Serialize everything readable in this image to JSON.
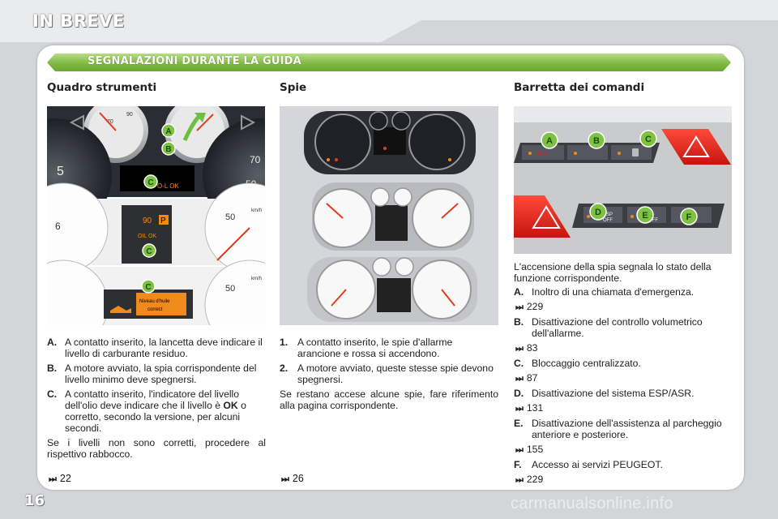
{
  "header": {
    "title": "IN BREVE",
    "banner": "SEGNALAZIONI DURANTE LA GUIDA",
    "page_number": "16"
  },
  "columns": {
    "quadro": {
      "title": "Quadro strumenti",
      "image_labels": [
        "A",
        "B",
        "C",
        "C",
        "C"
      ],
      "image_texts": [
        "OIL OK",
        "90",
        "P",
        "OIL OK",
        "km/h",
        "km/h",
        "Niveau d'huile",
        "correct"
      ],
      "items": [
        {
          "label": "A.",
          "text": "A contatto inserito, la lancetta deve indicare il livello di carburante residuo."
        },
        {
          "label": "B.",
          "text": "A motore avviato, la spia corrispondente del livello minimo deve spegnersi."
        },
        {
          "label": "C.",
          "text_before": "A contatto inserito, l'indicatore del livello dell'olio deve indicare che il livello è ",
          "text_bold": "OK",
          "text_after": " o corretto, secondo la versione, per alcuni secondi."
        }
      ],
      "paragraph": "Se i livelli non sono corretti, procedere al rispettivo rabbocco.",
      "ref": "22"
    },
    "spie": {
      "title": "Spie",
      "items": [
        {
          "label": "1.",
          "text": "A contatto inserito, le spie d'allarme arancione e rossa si accendono."
        },
        {
          "label": "2.",
          "text": "A motore avviato, queste stesse spie devono spegnersi."
        }
      ],
      "paragraph": "Se restano accese alcune spie, fare riferimento alla pagina corrispondente.",
      "ref": "26"
    },
    "barretta": {
      "title": "Barretta dei comandi",
      "image_labels": [
        "A",
        "B",
        "C",
        "D",
        "E",
        "F"
      ],
      "image_texts": [
        "SOS",
        "ESP",
        "OFF",
        "OFF"
      ],
      "intro": "L'accensione della spia segnala lo stato della funzione corrispondente.",
      "items": [
        {
          "label": "A.",
          "text": "Inoltro di una chiamata d'emergenza.",
          "ref": "229"
        },
        {
          "label": "B.",
          "text": "Disattivazione del controllo volumetrico dell'allarme.",
          "ref": "83"
        },
        {
          "label": "C.",
          "text": "Bloccaggio centralizzato.",
          "ref": "87"
        },
        {
          "label": "D.",
          "text": "Disattivazione del sistema ESP/ASR.",
          "ref": "131"
        },
        {
          "label": "E.",
          "text": "Disattivazione dell'assistenza al parcheggio anteriore e posteriore.",
          "ref": "155"
        },
        {
          "label": "F.",
          "text": "Accesso ai servizi PEUGEOT.",
          "ref": "229"
        }
      ]
    }
  },
  "footer": {
    "watermark": "carmanualsonline.info"
  },
  "colors": {
    "banner_green": "#7cb640",
    "label_green": "#7fc142",
    "hazard_red": "#e0201b",
    "led_orange": "#f08a1c"
  }
}
